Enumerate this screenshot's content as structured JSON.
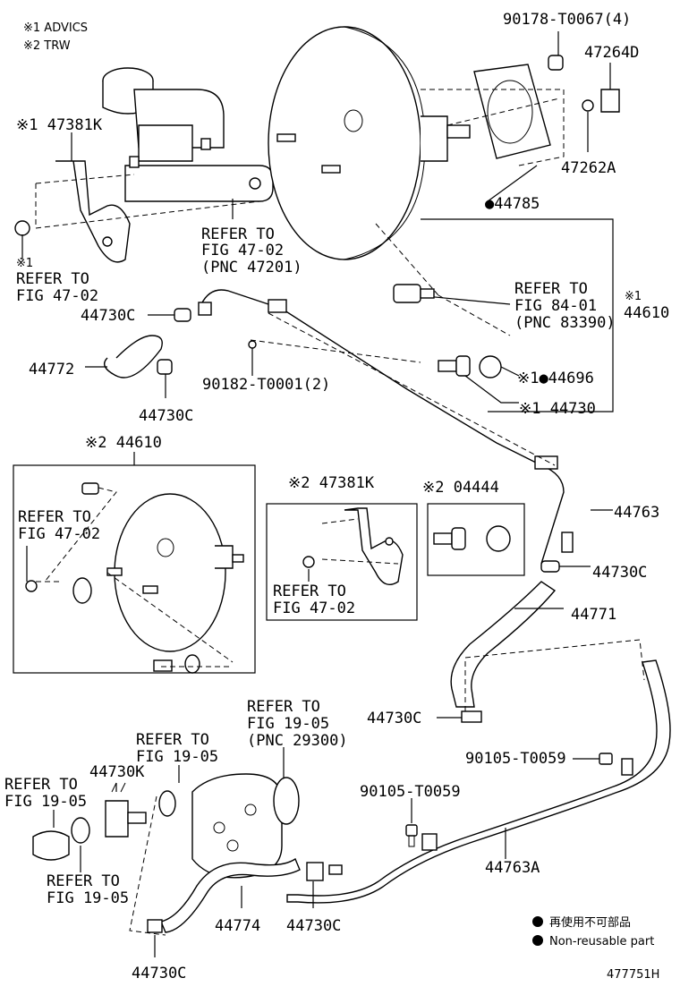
{
  "notes": {
    "n1": "※1 ADVICS",
    "n2": "※2 TRW"
  },
  "labels": {
    "p90178": "90178-T0067(4)",
    "p47264D": "47264D",
    "p47381K_1": "※1 47381K",
    "p47262A": "47262A",
    "p44785": "●44785",
    "ref4702_a_1": "REFER TO",
    "ref4702_a_2": "FIG 47-02",
    "ref4702_a_3": "(PNC 47201)",
    "ref4702_b_0": "※1",
    "ref4702_b_1": "REFER TO",
    "ref4702_b_2": "FIG 47-02",
    "ref8401_1": "REFER TO",
    "ref8401_2": "FIG 84-01",
    "ref8401_3": "(PNC 83390)",
    "p44610_1": "※1",
    "p44610_2": "44610",
    "p44730C_a": "44730C",
    "p44772": "44772",
    "p90182": "90182-T0001(2)",
    "p44696": "※1●44696",
    "p44730_1": "※1 44730",
    "p44730C_b": "44730C",
    "p44610_2box": "※2 44610",
    "ref4702_c_1": "REFER TO",
    "ref4702_c_2": "FIG 47-02",
    "p47381K_2": "※2 47381K",
    "ref4702_d_1": "REFER TO",
    "ref4702_d_2": "FIG 47-02",
    "p04444": "※2 04444",
    "p44763": "44763",
    "p44730C_c": "44730C",
    "p44771": "44771",
    "p44730C_d": "44730C",
    "ref1905_a_1": "REFER TO",
    "ref1905_a_2": "FIG 19-05",
    "ref1905_a_3": "(PNC 29300)",
    "ref1905_b_1": "REFER TO",
    "ref1905_b_2": "FIG 19-05",
    "p44730K": "44730K",
    "ref1905_c_1": "REFER TO",
    "ref1905_c_2": "FIG 19-05",
    "p90105_a": "90105-T0059",
    "p90105_b": "90105-T0059",
    "p44763A": "44763A",
    "ref1905_d_1": "REFER TO",
    "ref1905_d_2": "FIG 19-05",
    "p44774": "44774",
    "p44730C_e": "44730C",
    "p44730C_f": "44730C",
    "legend_jp": "再使用不可部品",
    "legend_en": "Non-reusable part",
    "diagram_id": "477751H"
  }
}
